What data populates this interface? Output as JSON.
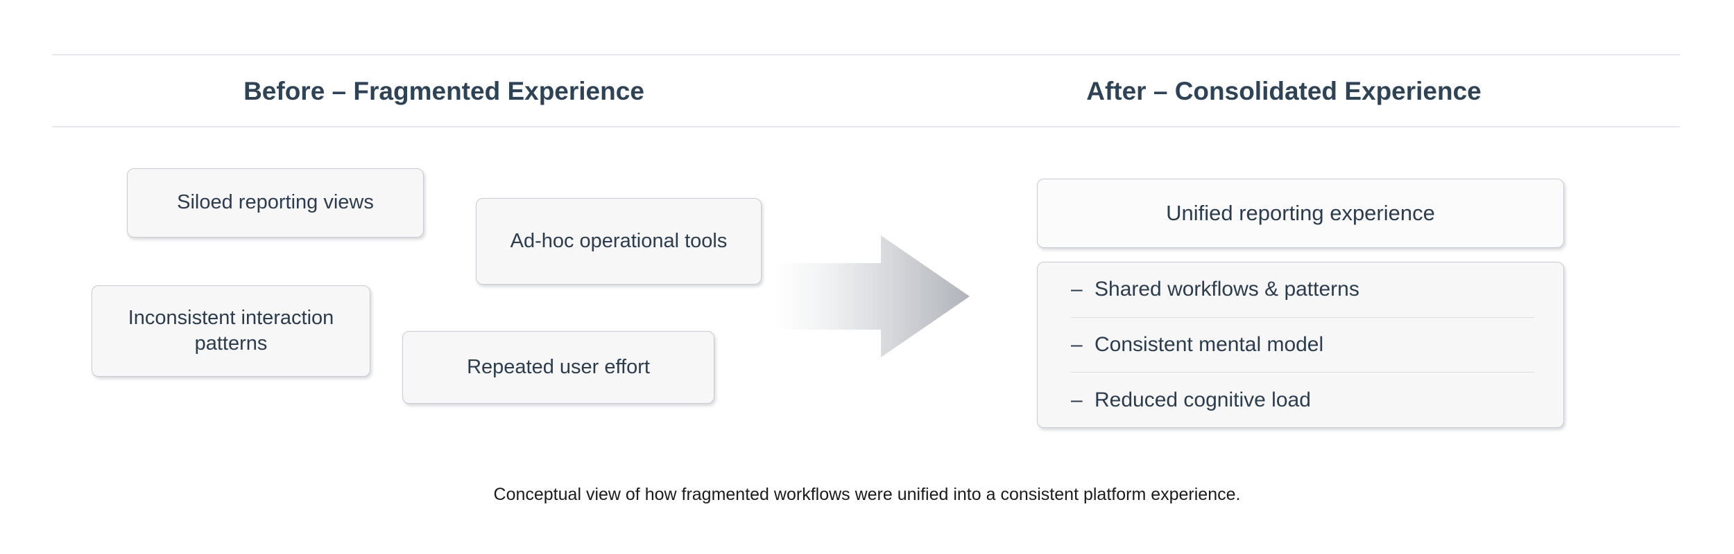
{
  "header": {
    "before_title": "Before – Fragmented Experience",
    "after_title": "After – Consolidated Experience"
  },
  "before_panel": {
    "cards": [
      {
        "label": "Siloed reporting views"
      },
      {
        "label": "Ad-hoc operational tools"
      },
      {
        "label": "Inconsistent interaction patterns"
      },
      {
        "label": "Repeated user effort"
      }
    ]
  },
  "transition": {
    "icon": "right-arrow-icon",
    "gradient_start": "#ffffff",
    "gradient_end": "#b4b7bd"
  },
  "after_panel": {
    "headline_card": {
      "label": "Unified reporting experience"
    },
    "list_items": [
      {
        "dash": "–",
        "label": "Shared workflows & patterns"
      },
      {
        "dash": "–",
        "label": "Consistent mental model"
      },
      {
        "dash": "–",
        "label": "Reduced cognitive load"
      }
    ]
  },
  "caption": "Conceptual view of how fragmented workflows were unified into a consistent platform experience.",
  "colors": {
    "title_text": "#2f4356",
    "body_text": "#2b3c4e",
    "card_fill": "#f7f7f8",
    "card_border": "#c9ccd2",
    "rule": "#e6e7ea",
    "separator": "#dcdee2",
    "background": "#ffffff"
  }
}
